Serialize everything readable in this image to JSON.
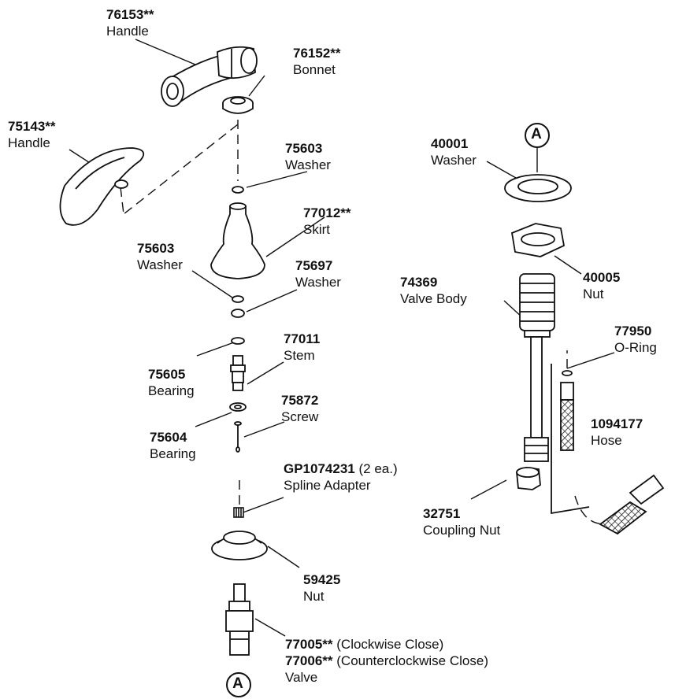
{
  "callout_marker": "A",
  "parts": [
    {
      "id": "handle_76153",
      "part_no": "76153**",
      "desc": "Handle"
    },
    {
      "id": "bonnet_76152",
      "part_no": "76152**",
      "desc": "Bonnet"
    },
    {
      "id": "handle_75143",
      "part_no": "75143**",
      "desc": "Handle"
    },
    {
      "id": "washer_75603_top",
      "part_no": "75603",
      "desc": "Washer"
    },
    {
      "id": "skirt_77012",
      "part_no": "77012**",
      "desc": "Skirt"
    },
    {
      "id": "washer_75603",
      "part_no": "75603",
      "desc": "Washer"
    },
    {
      "id": "washer_75697",
      "part_no": "75697",
      "desc": "Washer"
    },
    {
      "id": "stem_77011",
      "part_no": "77011",
      "desc": "Stem"
    },
    {
      "id": "bearing_75605",
      "part_no": "75605",
      "desc": "Bearing"
    },
    {
      "id": "screw_75872",
      "part_no": "75872",
      "desc": "Screw"
    },
    {
      "id": "bearing_75604",
      "part_no": "75604",
      "desc": "Bearing"
    },
    {
      "id": "adapter_gp1074231",
      "part_no": "GP1074231",
      "note": "(2 ea.)",
      "desc": "Spline Adapter"
    },
    {
      "id": "nut_59425",
      "part_no": "59425",
      "desc": "Nut"
    },
    {
      "id": "valve",
      "lines": [
        {
          "part_no": "77005**",
          "note": "(Clockwise Close)"
        },
        {
          "part_no": "77006**",
          "note": "(Counterclockwise Close)"
        }
      ],
      "desc": "Valve"
    },
    {
      "id": "washer_40001",
      "part_no": "40001",
      "desc": "Washer"
    },
    {
      "id": "nut_40005",
      "part_no": "40005",
      "desc": "Nut"
    },
    {
      "id": "valvebody_74369",
      "part_no": "74369",
      "desc": "Valve Body"
    },
    {
      "id": "oring_77950",
      "part_no": "77950",
      "desc": "O-Ring"
    },
    {
      "id": "hose_1094177",
      "part_no": "1094177",
      "desc": "Hose"
    },
    {
      "id": "couplingnut_32751",
      "part_no": "32751",
      "desc": "Coupling Nut"
    }
  ]
}
